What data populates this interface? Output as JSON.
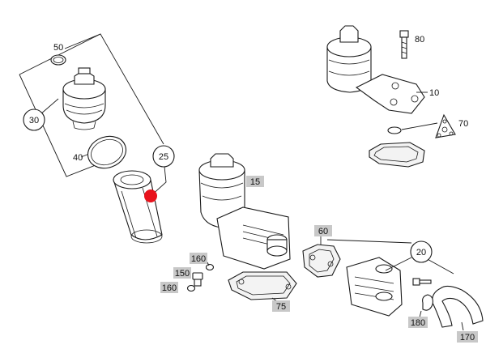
{
  "labels": {
    "p10": "10",
    "p15": "15",
    "p20": "20",
    "p25": "25",
    "p30": "30",
    "p40": "40",
    "p50": "50",
    "p60": "60",
    "p70": "70",
    "p75": "75",
    "p80": "80",
    "p150": "150",
    "p160a": "160",
    "p160b": "160",
    "p170": "170",
    "p180": "180"
  },
  "colors": {
    "highlight_marker": "#e8121c",
    "label_tag": "#c8c8c8",
    "line": "#1a1a1a"
  }
}
